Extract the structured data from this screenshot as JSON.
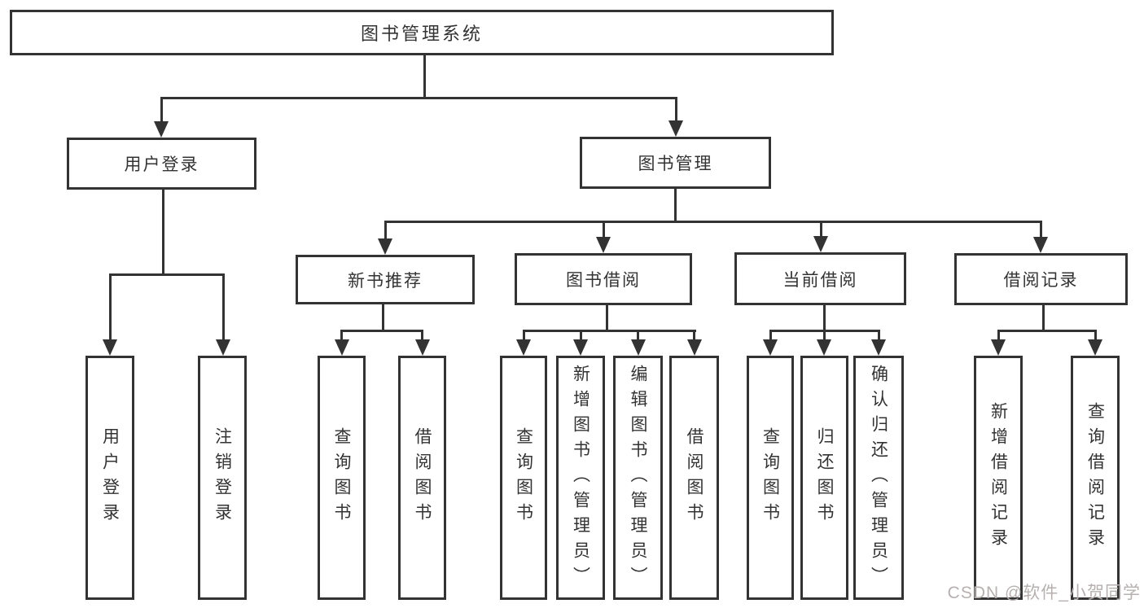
{
  "diagram_title": "图书管理系统",
  "nodes": {
    "root": "图书管理系统",
    "user_login": "用户登录",
    "book_mgmt": "图书管理",
    "new_book_rec": "新书推荐",
    "book_borrow": "图书借阅",
    "current_borrow": "当前借阅",
    "borrow_records": "借阅记录",
    "leaf_user_login": "用户登录",
    "leaf_logout": "注销登录",
    "leaf_nbr_query": "查询图书",
    "leaf_nbr_borrow": "借阅图书",
    "leaf_bb_query": "查询图书",
    "leaf_bb_add": "新增图书（管理员）",
    "leaf_bb_edit": "编辑图书（管理员）",
    "leaf_bb_borrow": "借阅图书",
    "leaf_cb_query": "查询图书",
    "leaf_cb_return": "归还图书",
    "leaf_cb_confirm": "确认归还（管理员）",
    "leaf_br_add": "新增借阅记录",
    "leaf_br_query": "查询借阅记录"
  },
  "watermark": "CSDN @软件_小贺同学",
  "colors": {
    "line": "#333333",
    "box_background": "#ffffff",
    "text": "#333333",
    "watermark": "#b7b0b0"
  }
}
